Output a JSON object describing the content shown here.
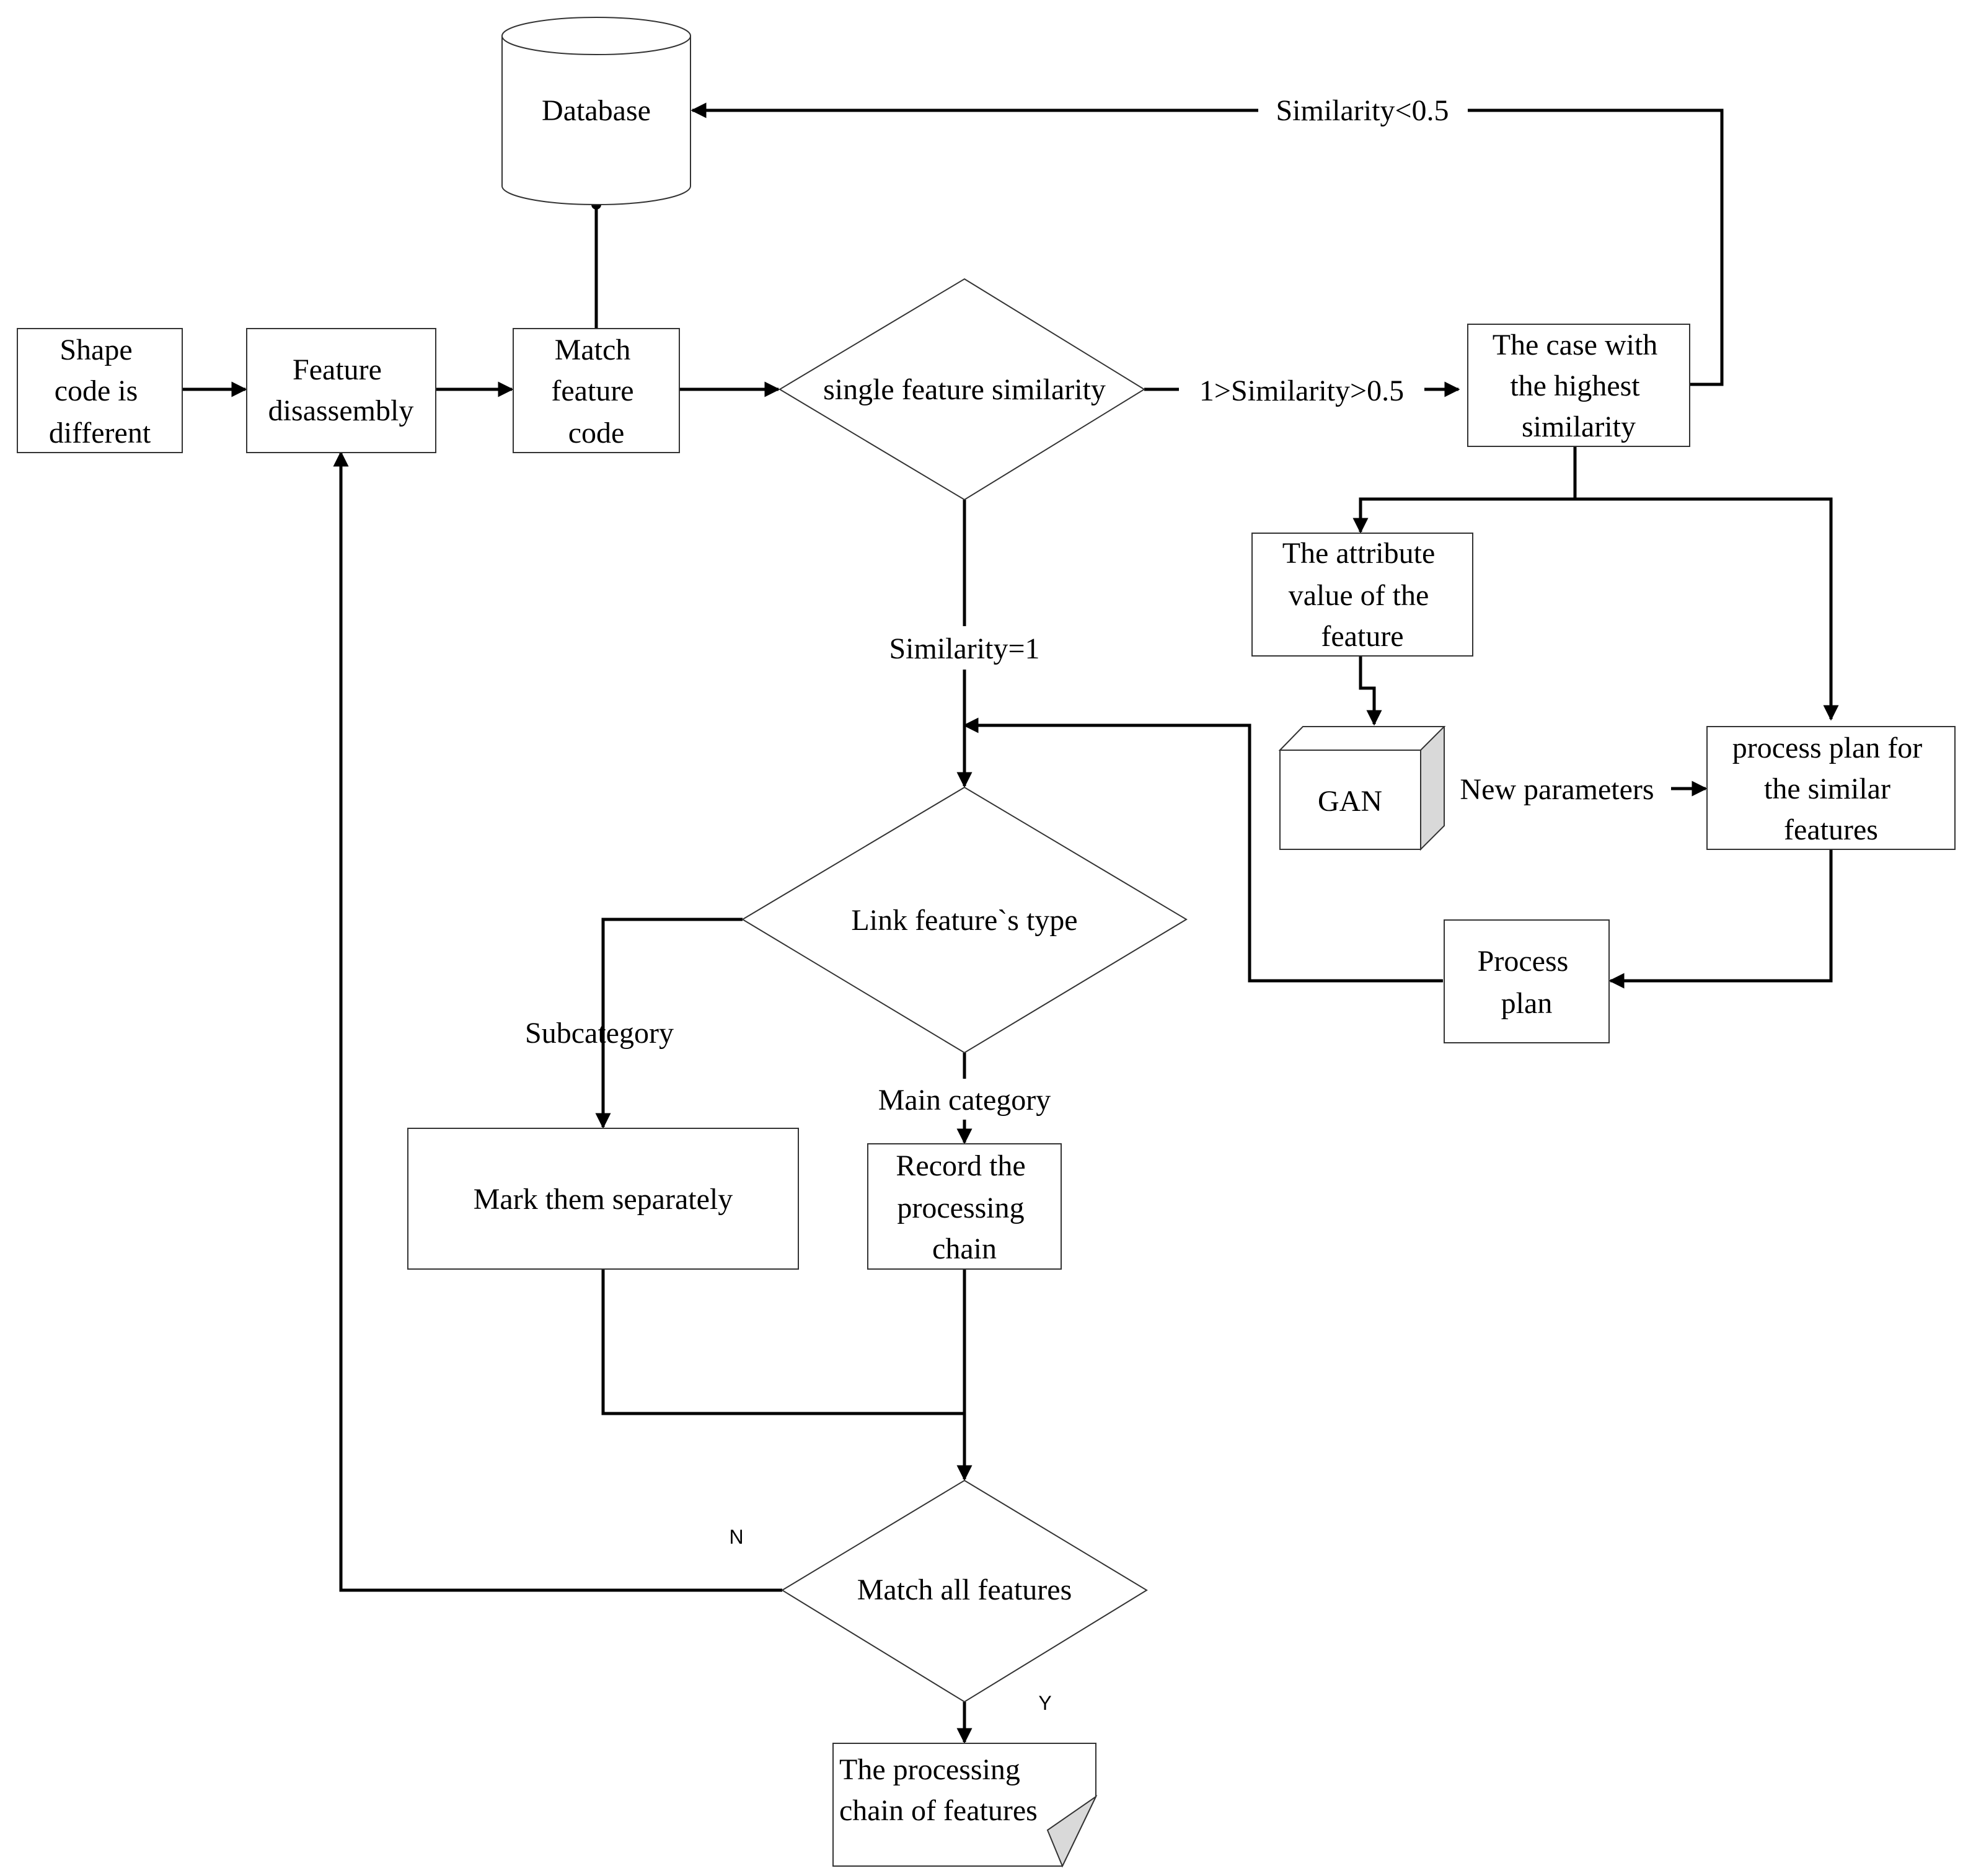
{
  "nodes": {
    "database": "Database",
    "shape_code": [
      "Shape",
      "code is",
      "different"
    ],
    "feature_disassembly": [
      "Feature",
      "disassembly"
    ],
    "match_feature_code": [
      "Match",
      "feature",
      "code"
    ],
    "single_similarity": "single feature similarity",
    "highest_case": [
      "The case with",
      "the highest",
      "similarity"
    ],
    "attribute_value": [
      "The attribute",
      "value of the",
      "feature"
    ],
    "gan": "GAN",
    "process_plan_similar": [
      "process plan for",
      "the similar",
      "features"
    ],
    "process_plan": [
      "Process",
      "plan"
    ],
    "link_type": "Link feature`s type",
    "mark_separately": "Mark them separately",
    "record_chain": [
      "Record the",
      "processing",
      "chain"
    ],
    "match_all": "Match all features",
    "processing_chain_doc": [
      "The processing",
      "chain of features"
    ]
  },
  "edge_labels": {
    "similarity_lt": "Similarity<0.5",
    "similarity_range": "1>Similarity>0.5",
    "similarity_eq": "Similarity=1",
    "new_parameters": "New parameters",
    "subcategory": "Subcategory",
    "main_category": "Main category",
    "no": "N",
    "yes": "Y"
  }
}
